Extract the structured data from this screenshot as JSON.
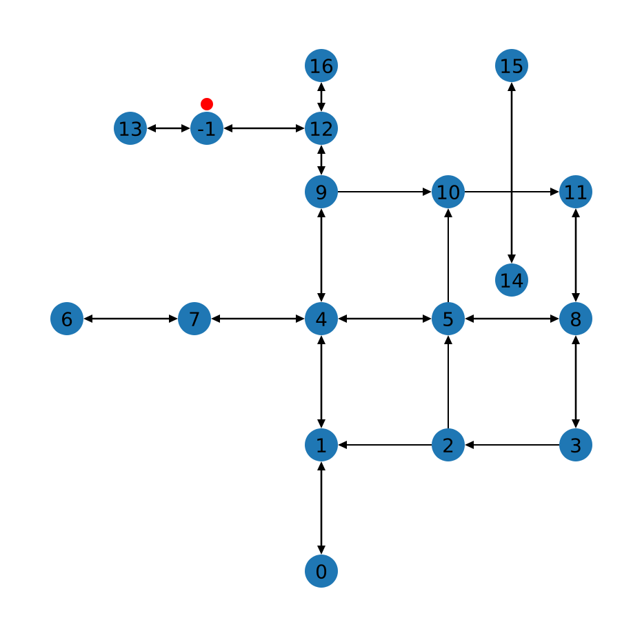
{
  "graph": {
    "directed": true,
    "node_color": "#1f77b4",
    "edge_color": "#000000",
    "highlight_color": "#ff0000",
    "highlighted_node": "-1",
    "nodes": [
      "16",
      "15",
      "13",
      "-1",
      "12",
      "9",
      "10",
      "11",
      "14",
      "6",
      "7",
      "4",
      "5",
      "8",
      "1",
      "2",
      "3",
      "0"
    ],
    "edges": [
      {
        "from": "16",
        "to": "12",
        "bidirectional": true
      },
      {
        "from": "13",
        "to": "-1",
        "bidirectional": true
      },
      {
        "from": "-1",
        "to": "12",
        "bidirectional": true
      },
      {
        "from": "12",
        "to": "9",
        "bidirectional": true
      },
      {
        "from": "9",
        "to": "10",
        "bidirectional": false
      },
      {
        "from": "10",
        "to": "11",
        "bidirectional": false
      },
      {
        "from": "15",
        "to": "14",
        "bidirectional": true
      },
      {
        "from": "11",
        "to": "8",
        "bidirectional": true
      },
      {
        "from": "9",
        "to": "4",
        "bidirectional": true
      },
      {
        "from": "6",
        "to": "7",
        "bidirectional": true
      },
      {
        "from": "7",
        "to": "4",
        "bidirectional": true
      },
      {
        "from": "4",
        "to": "5",
        "bidirectional": true
      },
      {
        "from": "5",
        "to": "8",
        "bidirectional": true
      },
      {
        "from": "5",
        "to": "10",
        "bidirectional": false
      },
      {
        "from": "4",
        "to": "1",
        "bidirectional": true
      },
      {
        "from": "2",
        "to": "5",
        "bidirectional": false
      },
      {
        "from": "2",
        "to": "1",
        "bidirectional": false
      },
      {
        "from": "3",
        "to": "2",
        "bidirectional": false
      },
      {
        "from": "8",
        "to": "3",
        "bidirectional": true
      },
      {
        "from": "1",
        "to": "0",
        "bidirectional": true
      }
    ]
  }
}
